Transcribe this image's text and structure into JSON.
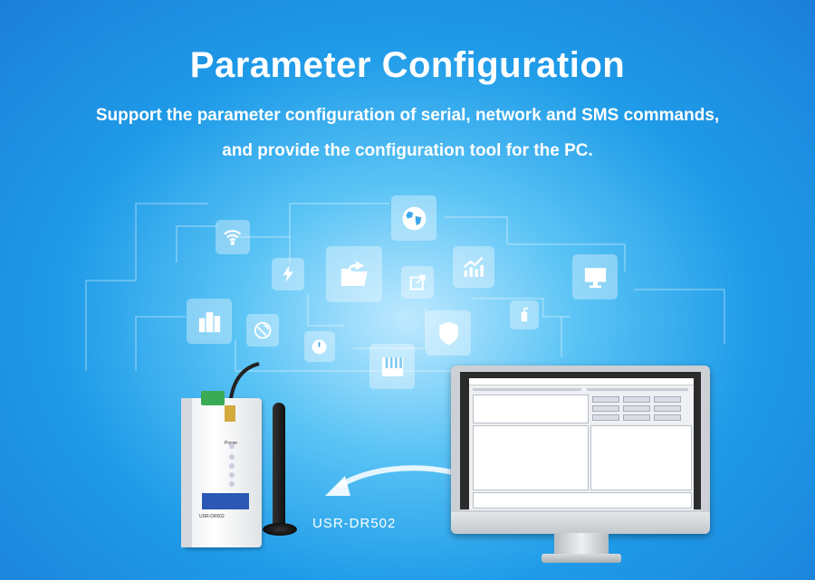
{
  "page": {
    "title": "Parameter Configuration",
    "subtitle_line1": "Support the parameter configuration of serial, network and SMS commands,",
    "subtitle_line2": "and provide the configuration tool for the PC.",
    "product_model": "USR-DR502"
  },
  "icons": [
    "wifi-icon",
    "globe-icon",
    "lightning-icon",
    "folder-share-icon",
    "export-icon",
    "chart-icon",
    "monitor-icon",
    "buildings-icon",
    "satellite-dish-icon",
    "gauge-icon",
    "piano-icon",
    "shield-icon",
    "fire-extinguisher-icon"
  ],
  "device": {
    "brand_label": "USR-DR502"
  },
  "colors": {
    "accent": "#1f9be8",
    "title": "#ffffff"
  }
}
